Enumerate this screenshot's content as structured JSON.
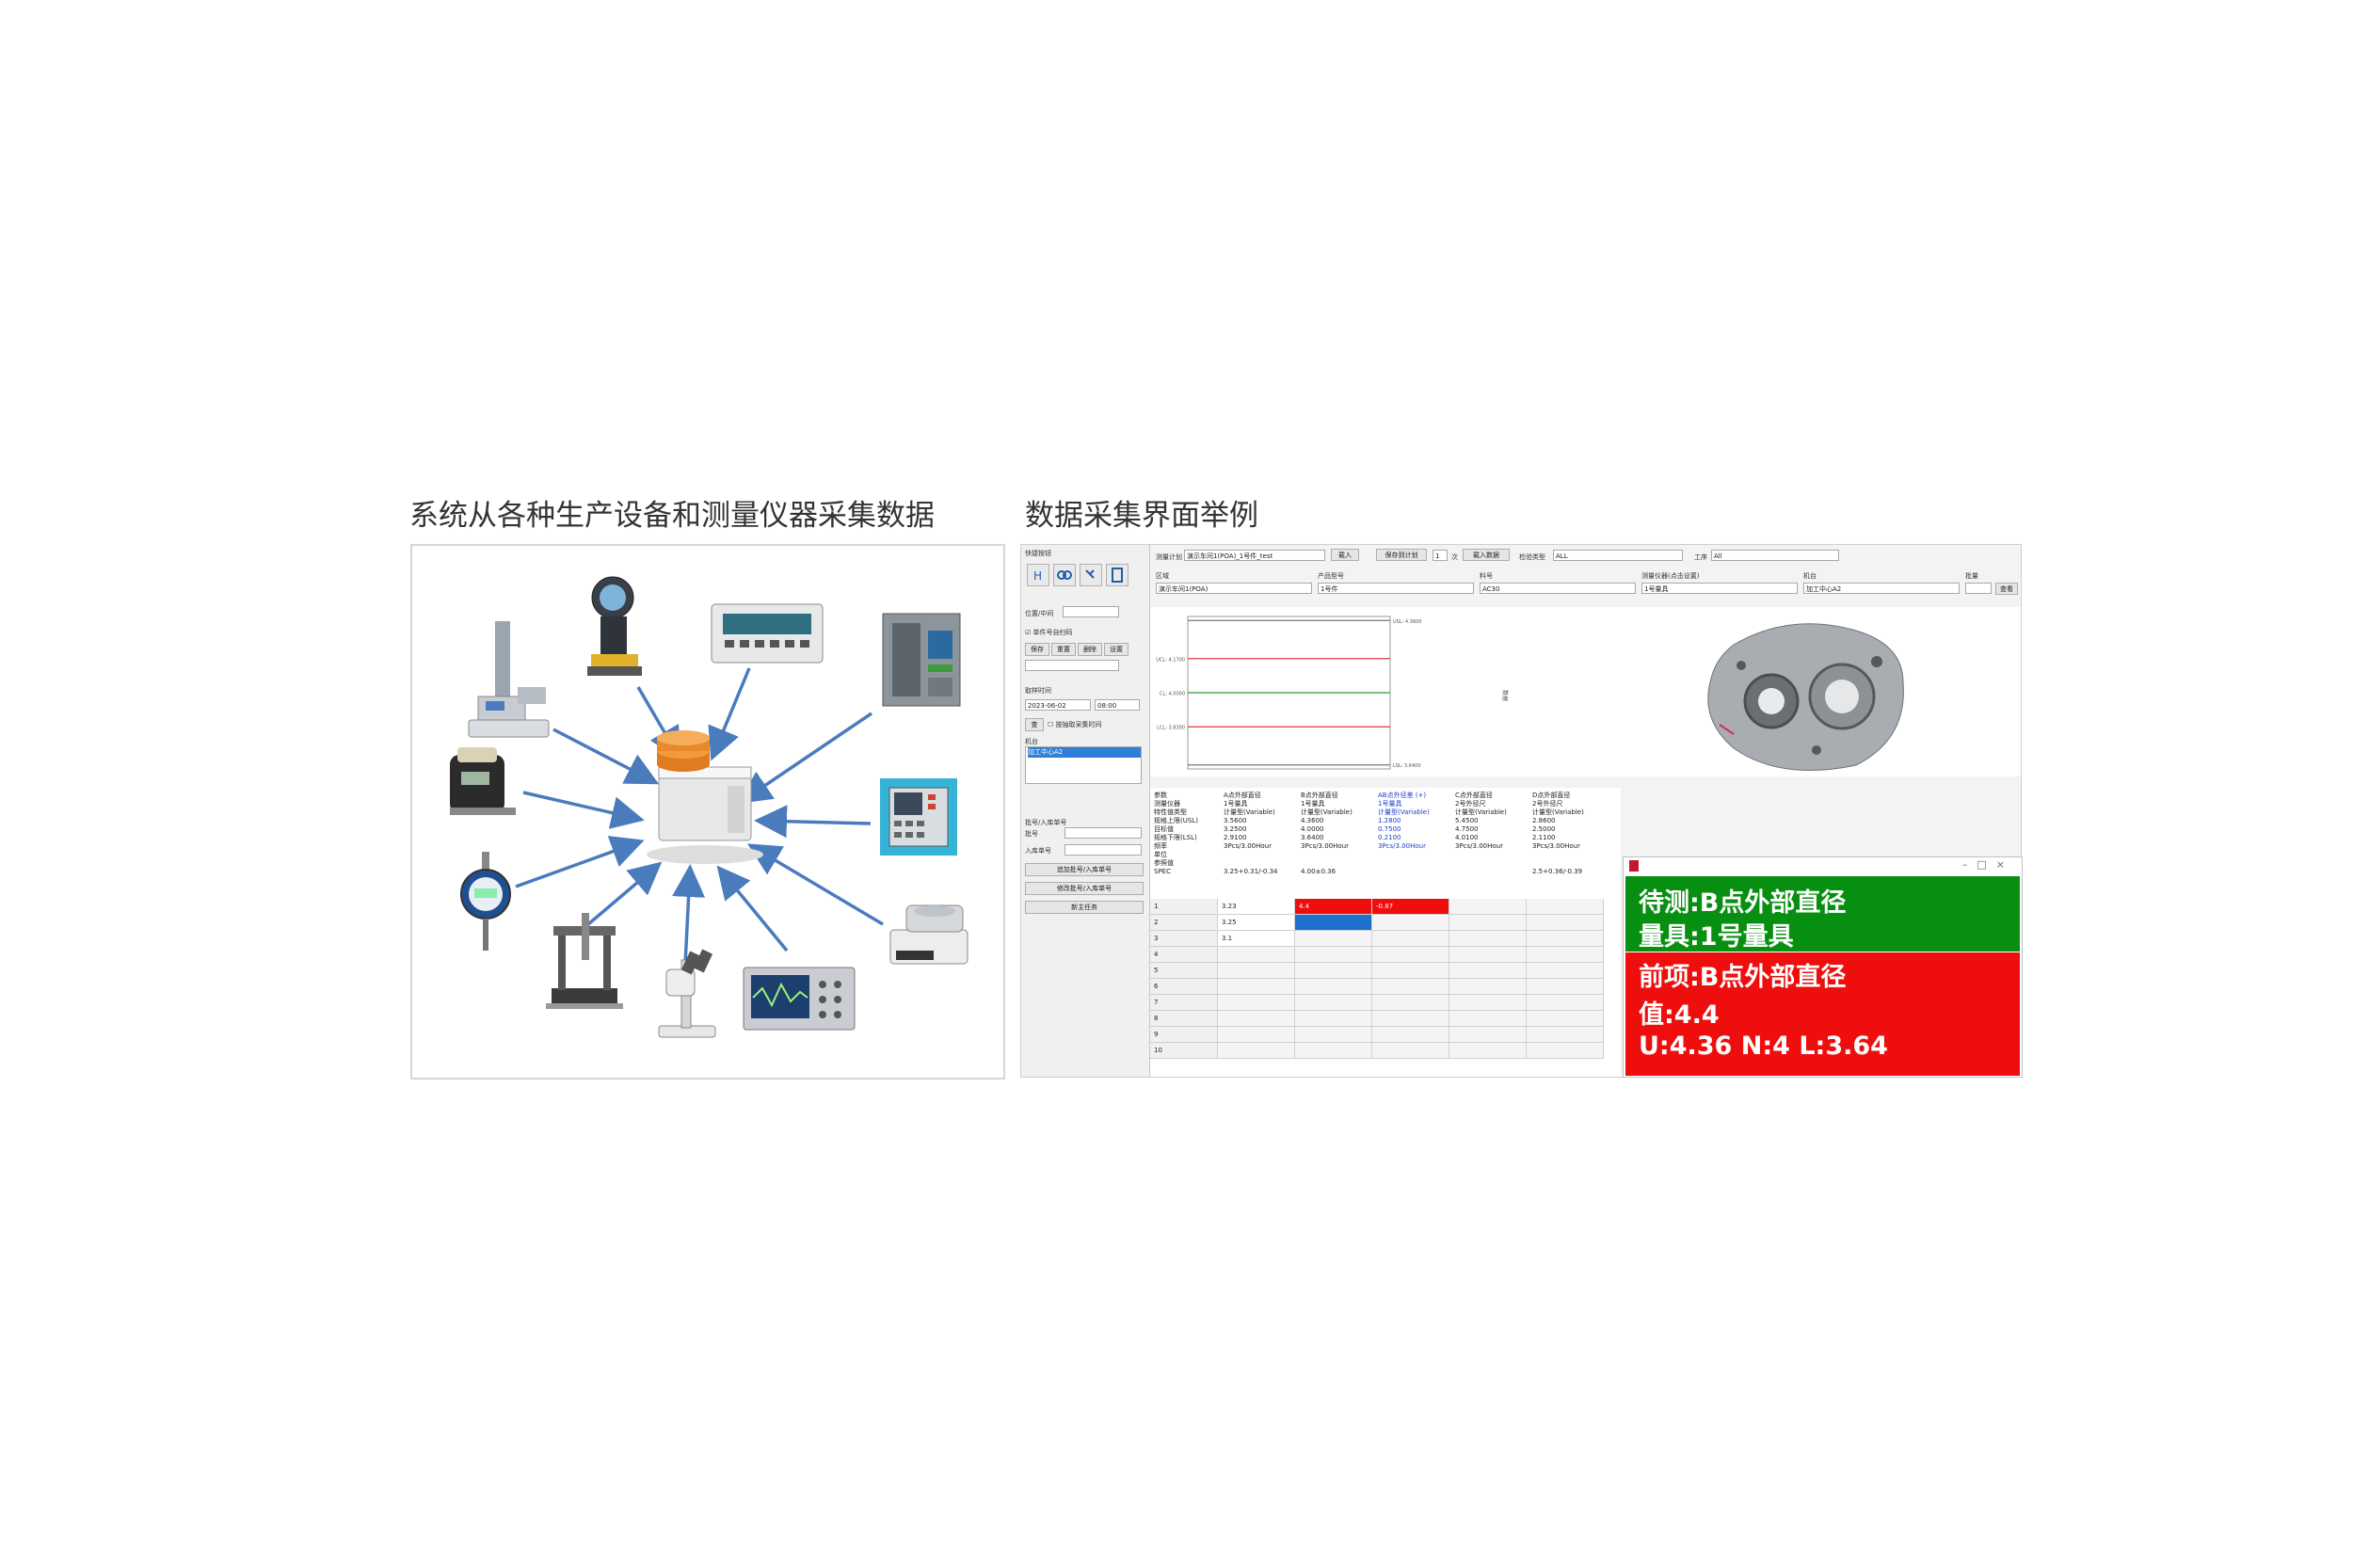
{
  "left_heading": "系统从各种生产设备和测量仪器采集数据",
  "right_heading": "数据采集界面举例",
  "left_diagram": {
    "devices": [
      "height-gauge",
      "profile-projector",
      "controller-unit",
      "cnc-machine",
      "digital-micrometer",
      "touch-panel",
      "dial-indicator",
      "cmm-machine",
      "stereo-microscope",
      "oscilloscope",
      "precision-scale"
    ],
    "hub": "database-server",
    "arrow_color": "#4a7bbd"
  },
  "sidebar": {
    "header": "快捷按钮",
    "location_label": "位置/中间",
    "auto_scan_label": "单件号自扫码",
    "buttons": [
      "保存",
      "重置",
      "删除",
      "设置"
    ],
    "time_label": "取样时间",
    "date_value": "2023-06-02",
    "time_value": "08:00",
    "query_btn": "查",
    "hold_label": "按抽取采集时间",
    "machine_label": "机台",
    "machine_selected": "加工中心A2",
    "barcode_label": "批号/入库单号",
    "batch_label": "批号",
    "inbound_label": "入库单号",
    "action_buttons": [
      "追加批号/入库单号",
      "修改批号/入库单号",
      "新主任务"
    ]
  },
  "topbar": {
    "plan_label": "测量计划",
    "plan_value": "演示车间1(POA)_1号件_test",
    "load_btn": "载入",
    "save_plan_btn": "保存到计划",
    "count_value": "1",
    "count_unit": "次",
    "load_data_btn": "载入数据",
    "check_type_label": "检验类型",
    "check_type_value": "ALL",
    "process_label": "工序",
    "process_value": "All",
    "area_label": "区域",
    "area_value": "演示车间1(POA)",
    "product_label": "产品型号",
    "product_value": "1号件",
    "material_label": "料号",
    "material_value": "AC30",
    "gauge_label": "测量仪器(点击设置)",
    "gauge_value": "1号量具",
    "machine_label": "机台",
    "machine_value": "加工中心A2",
    "qty_label": "批量",
    "qty_value": "",
    "query_btn": "查看"
  },
  "chart_data": {
    "type": "line",
    "title": "",
    "xlabel": "",
    "ylabel": "数据",
    "lines": [
      {
        "name": "USL",
        "label": "USL: 4.3600",
        "value": 4.36,
        "color": "#777777"
      },
      {
        "name": "UCL",
        "label": "UCL: 4.1700",
        "value": 4.17,
        "color": "#e23a3a"
      },
      {
        "name": "CL",
        "label": "CL: 4.0000",
        "value": 4.0,
        "color": "#2c9a2c"
      },
      {
        "name": "LCL",
        "label": "LCL: 3.8300",
        "value": 3.83,
        "color": "#e23a3a"
      },
      {
        "name": "LSL",
        "label": "LSL: 3.6400",
        "value": 3.64,
        "color": "#777777"
      }
    ],
    "ylim": [
      3.62,
      4.38
    ]
  },
  "spec_table": {
    "row_labels": [
      "参数",
      "测量仪器",
      "特性值类型",
      "规格上限(USL)",
      "目标值",
      "规格下限(LSL)",
      "频率",
      "单位",
      "参照值",
      "SPEC"
    ],
    "columns": [
      {
        "name": "A点外部直径",
        "gauge": "1号量具",
        "type": "计量型(Variable)",
        "usl": "3.5600",
        "target": "3.2500",
        "lsl": "2.9100",
        "freq": "3Pcs/3.00Hour",
        "spec": "3.25+0.31/-0.34",
        "color": "#222222"
      },
      {
        "name": "B点外部直径",
        "gauge": "1号量具",
        "type": "计量型(Variable)",
        "usl": "4.3600",
        "target": "4.0000",
        "lsl": "3.6400",
        "freq": "3Pcs/3.00Hour",
        "spec": "4.00±0.36",
        "color": "#222222"
      },
      {
        "name": "AB点外径差 (+)",
        "gauge": "1号量具",
        "type": "计量型(Variable)",
        "usl": "1.2800",
        "target": "0.7500",
        "lsl": "0.2100",
        "freq": "3Pcs/3.00Hour",
        "spec": "",
        "color": "#2040c8"
      },
      {
        "name": "C点外部直径",
        "gauge": "2号外径尺",
        "type": "计量型(Variable)",
        "usl": "5.4500",
        "target": "4.7500",
        "lsl": "4.0100",
        "freq": "3Pcs/3.00Hour",
        "spec": "",
        "color": "#222222"
      },
      {
        "name": "D点外部直径",
        "gauge": "2号外径尺",
        "type": "计量型(Variable)",
        "usl": "2.8600",
        "target": "2.5000",
        "lsl": "2.1100",
        "freq": "3Pcs/3.00Hour",
        "spec": "2.5+0.36/-0.39",
        "color": "#222222"
      }
    ]
  },
  "data_rows": [
    {
      "no": "1",
      "cells": [
        "3.23",
        "4.4",
        "-0.87",
        "",
        ""
      ]
    },
    {
      "no": "2",
      "cells": [
        "3.25",
        "",
        "",
        "",
        ""
      ]
    },
    {
      "no": "3",
      "cells": [
        "3.1",
        "",
        "",
        "",
        ""
      ]
    },
    {
      "no": "4",
      "cells": [
        "",
        "",
        "",
        "",
        ""
      ]
    },
    {
      "no": "5",
      "cells": [
        "",
        "",
        "",
        "",
        ""
      ]
    },
    {
      "no": "6",
      "cells": [
        "",
        "",
        "",
        "",
        ""
      ]
    },
    {
      "no": "7",
      "cells": [
        "",
        "",
        "",
        "",
        ""
      ]
    },
    {
      "no": "8",
      "cells": [
        "",
        "",
        "",
        "",
        ""
      ]
    },
    {
      "no": "9",
      "cells": [
        "",
        "",
        "",
        "",
        ""
      ]
    },
    {
      "no": "10",
      "cells": [
        "",
        "",
        "",
        "",
        ""
      ]
    }
  ],
  "popup": {
    "green_line1": "待测:B点外部直径",
    "green_line2": "量具:1号量具",
    "red_line1": "前项:B点外部直径",
    "red_line2": "值:4.4",
    "red_line3": "U:4.36 N:4 L:3.64",
    "green_color": "#078f11",
    "red_color": "#ee0e0e"
  }
}
